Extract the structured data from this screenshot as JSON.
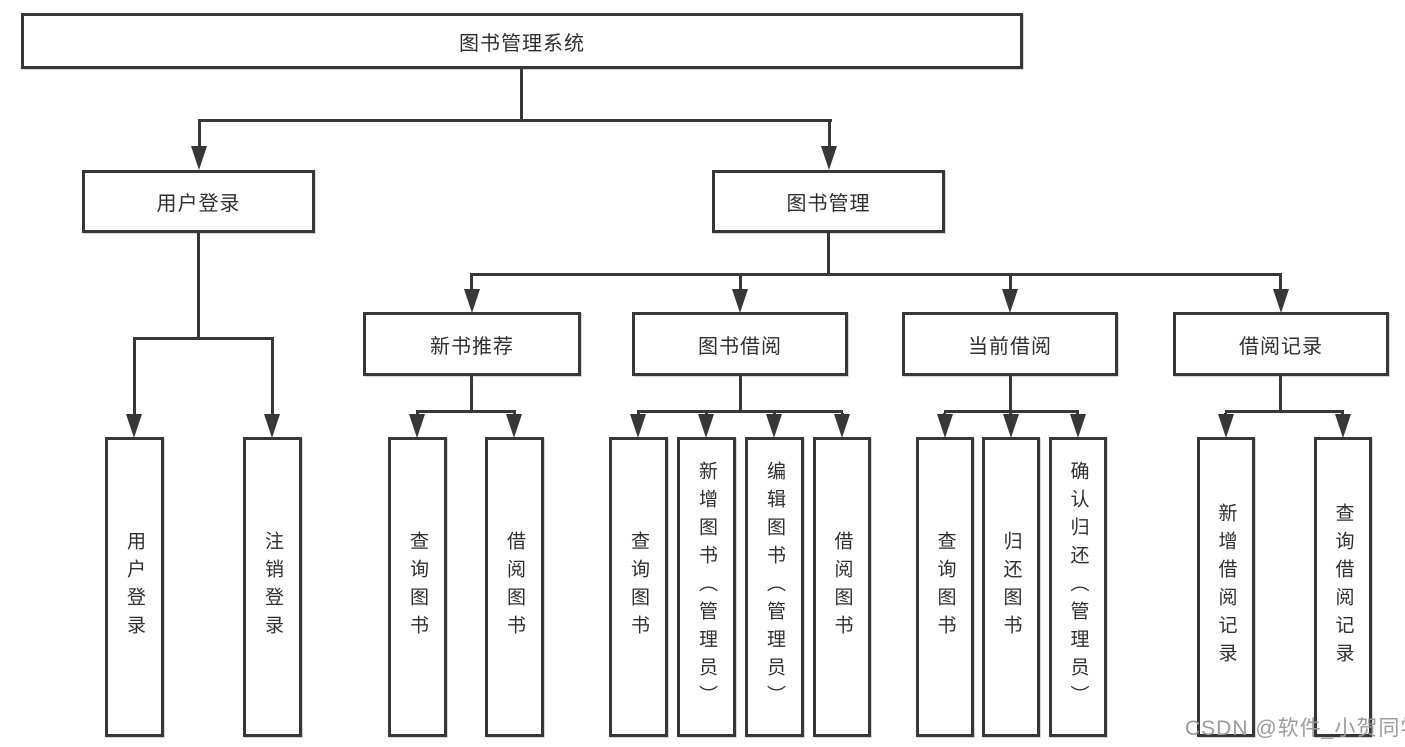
{
  "diagram": {
    "root": {
      "label": "图书管理系统"
    },
    "level2": [
      {
        "label": "用户登录"
      },
      {
        "label": "图书管理"
      }
    ],
    "level3": [
      {
        "label": "新书推荐"
      },
      {
        "label": "图书借阅"
      },
      {
        "label": "当前借阅"
      },
      {
        "label": "借阅记录"
      }
    ],
    "leaves": [
      {
        "label": "用户登录"
      },
      {
        "label": "注销登录"
      },
      {
        "label": "查询图书"
      },
      {
        "label": "借阅图书"
      },
      {
        "label": "查询图书"
      },
      {
        "label": "新增图书（管理员）"
      },
      {
        "label": "编辑图书（管理员）"
      },
      {
        "label": "借阅图书"
      },
      {
        "label": "查询图书"
      },
      {
        "label": "归还图书"
      },
      {
        "label": "确认归还（管理员）"
      },
      {
        "label": "新增借阅记录"
      },
      {
        "label": "查询借阅记录"
      }
    ]
  },
  "watermark": {
    "text": "CSDN @软件_小贺同学"
  },
  "colors": {
    "line": "#373737",
    "text": "#2f2f2f",
    "watermark": "#9b9b9b",
    "background": "#ffffff"
  }
}
